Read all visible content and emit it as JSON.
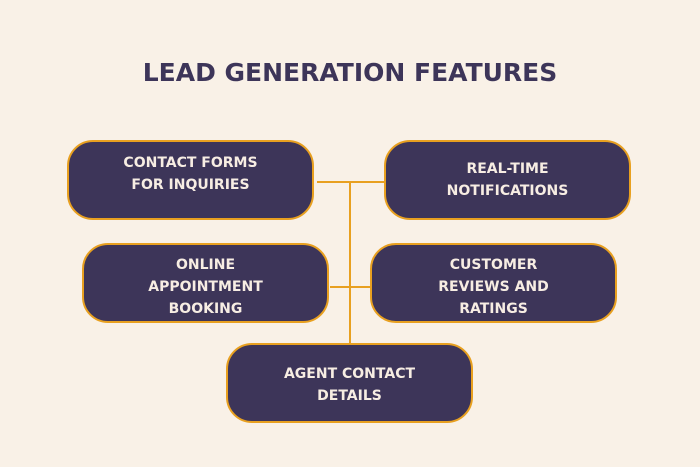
{
  "title": "LEAD GENERATION FEATURES",
  "colors": {
    "background": "#f9f1e7",
    "box": "#3d3559",
    "border": "#e8a020",
    "text": "#f7ede3"
  },
  "features": [
    {
      "lines": [
        "CONTACT FORMS",
        "FOR INQUIRIES"
      ]
    },
    {
      "lines": [
        "REAL-TIME",
        "NOTIFICATIONS"
      ]
    },
    {
      "lines": [
        "ONLINE",
        "APPOINTMENT",
        "BOOKING"
      ]
    },
    {
      "lines": [
        "CUSTOMER",
        "REVIEWS AND",
        "RATINGS"
      ]
    },
    {
      "lines": [
        "AGENT CONTACT",
        "DETAILS"
      ]
    }
  ]
}
